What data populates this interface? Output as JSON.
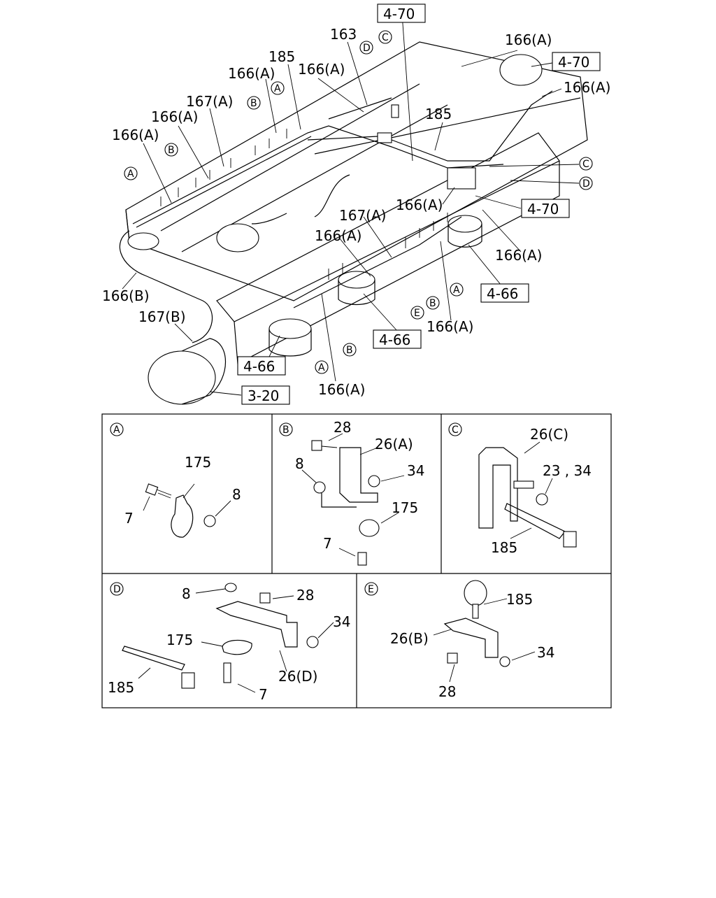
{
  "top_callouts": [
    {
      "id": "163a",
      "text": "163"
    },
    {
      "id": "185a",
      "text": "185"
    },
    {
      "id": "185b",
      "text": "185"
    },
    {
      "id": "166A1",
      "text": "166(A)"
    },
    {
      "id": "166A2",
      "text": "166(A)"
    },
    {
      "id": "166A3",
      "text": "166(A)"
    },
    {
      "id": "166A4",
      "text": "166(A)"
    },
    {
      "id": "166A5",
      "text": "166(A)"
    },
    {
      "id": "166A6",
      "text": "166(A)"
    },
    {
      "id": "166A7",
      "text": "166(A)"
    },
    {
      "id": "166A8",
      "text": "166(A)"
    },
    {
      "id": "166A9",
      "text": "166(A)"
    },
    {
      "id": "166A10",
      "text": "166(A)"
    },
    {
      "id": "166A11",
      "text": "166(A)"
    },
    {
      "id": "166B1",
      "text": "166(B)"
    },
    {
      "id": "167A1",
      "text": "167(A)"
    },
    {
      "id": "167A2",
      "text": "167(A)"
    },
    {
      "id": "167B1",
      "text": "167(B)"
    }
  ],
  "ref_boxes": [
    {
      "id": "r470a",
      "text": "4-70"
    },
    {
      "id": "r470b",
      "text": "4-70"
    },
    {
      "id": "r470c",
      "text": "4-70"
    },
    {
      "id": "r466a",
      "text": "4-66"
    },
    {
      "id": "r466b",
      "text": "4-66"
    },
    {
      "id": "r466c",
      "text": "4-66"
    },
    {
      "id": "r320",
      "text": "3-20"
    }
  ],
  "markers": [
    "A",
    "B",
    "C",
    "D",
    "E"
  ],
  "panels": {
    "A": {
      "parts": {
        "p175": "175",
        "p8": "8",
        "p7": "7"
      }
    },
    "B": {
      "parts": {
        "p28": "28",
        "p26": "26(A)",
        "p8": "8",
        "p34": "34",
        "p175": "175",
        "p7": "7"
      }
    },
    "C": {
      "parts": {
        "p26": "26(C)",
        "p2334": "23 , 34",
        "p185": "185"
      }
    },
    "D": {
      "parts": {
        "p8": "8",
        "p28": "28",
        "p34": "34",
        "p175": "175",
        "p26": "26(D)",
        "p185": "185",
        "p7": "7"
      }
    },
    "E": {
      "parts": {
        "p185": "185",
        "p26": "26(B)",
        "p34": "34",
        "p28": "28"
      }
    }
  }
}
